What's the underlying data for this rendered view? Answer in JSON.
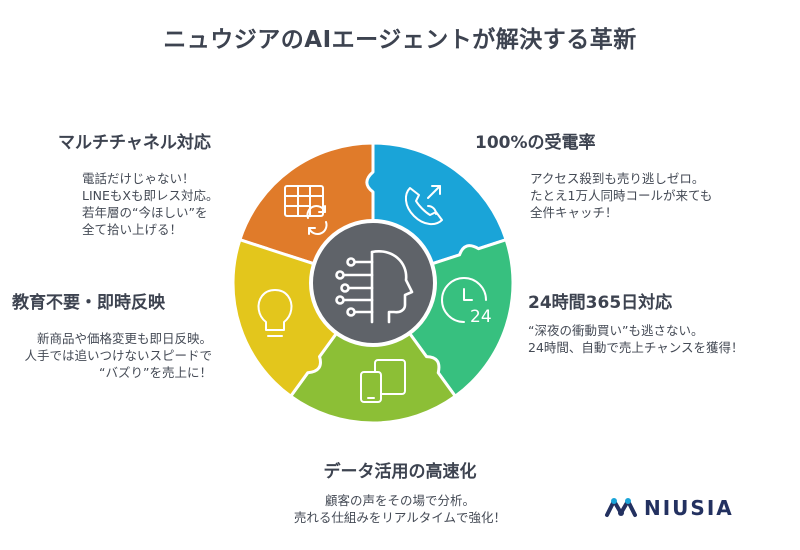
{
  "title": "ニュウジアのAIエージェントが解決する革新",
  "sections": {
    "multichannel": {
      "heading": "マルチチャネル対応",
      "lines": [
        "電話だけじゃない！",
        "LINEもXも即レス対応。",
        "若年層の“今ほしい”を",
        "全て拾い上げる！"
      ],
      "color": "#e07b2a",
      "icon": "table-refresh-icon"
    },
    "answer_rate": {
      "heading": "100%の受電率",
      "lines": [
        "アクセス殺到も売り逃しゼロ。",
        "たとえ1万人同時コールが来ても",
        "全件キャッチ！"
      ],
      "color": "#1aa4d8",
      "icon": "phone-call-icon"
    },
    "around_clock": {
      "heading": "24時間365日対応",
      "lines": [
        "“深夜の衝動買い”も逃さない。",
        "24時間、自動で売上チャンスを獲得！"
      ],
      "color": "#37c07f",
      "icon": "clock-24-icon"
    },
    "data_use": {
      "heading": "データ活用の高速化",
      "lines": [
        "顧客の声をその場で分析。",
        "売れる仕組みをリアルタイムで強化！"
      ],
      "color": "#8cbf36",
      "icon": "devices-icon"
    },
    "no_training": {
      "heading": "教育不要・即時反映",
      "lines": [
        "新商品や価格変更も即日反映。",
        "人手では追いつけないスピードで",
        "“バズり”を売上に！"
      ],
      "color": "#e3c61c",
      "icon": "lightbulb-icon"
    }
  },
  "center": {
    "color": "#5f6369",
    "icon": "ai-head-icon"
  },
  "logo": {
    "text": "NIUSIA",
    "color": "#233160",
    "icon": "niusia-logo-icon"
  }
}
